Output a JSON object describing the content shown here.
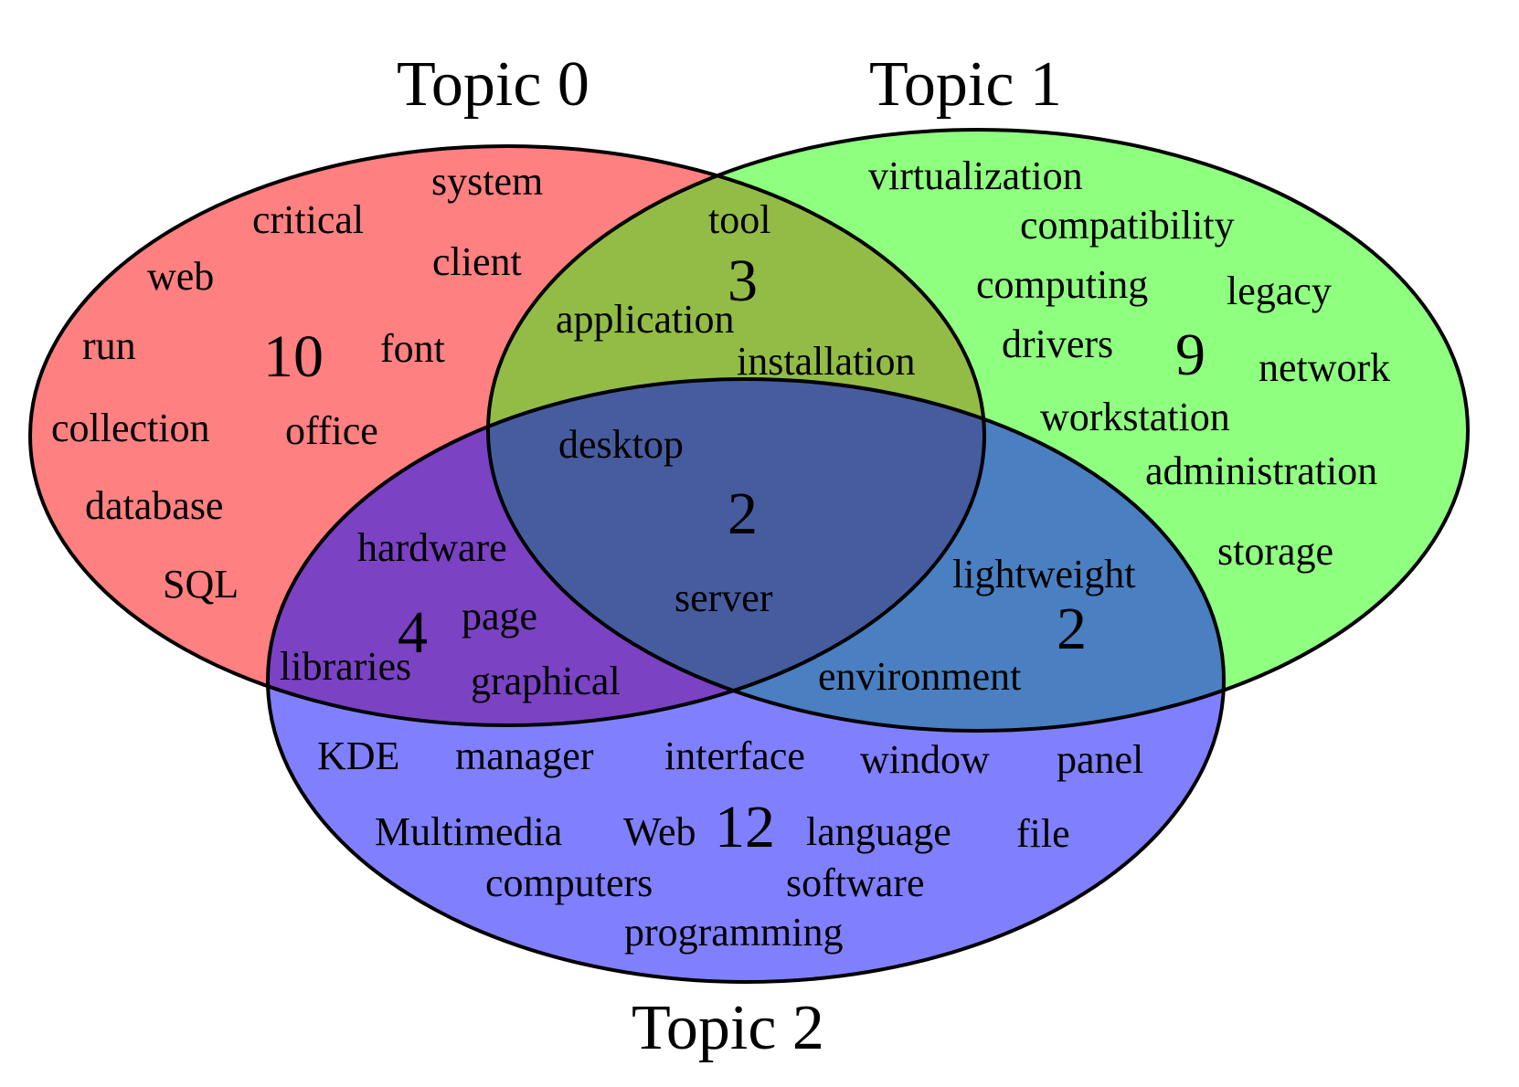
{
  "topics": {
    "topic0": {
      "label": "Topic 0",
      "color": "#ff8080"
    },
    "topic1": {
      "label": "Topic 1",
      "color": "#8fff80"
    },
    "topic2": {
      "label": "Topic 2",
      "color": "#8080ff"
    }
  },
  "region_colors": {
    "t0_t1": "#93bc46",
    "t0_t2": "#7b42c4",
    "t1_t2": "#4a80c2",
    "all": "#465c9e"
  },
  "regions": {
    "only_topic0": {
      "count": "10",
      "words": [
        "system",
        "critical",
        "client",
        "web",
        "run",
        "font",
        "collection",
        "office",
        "database",
        "SQL"
      ]
    },
    "only_topic1": {
      "count": "9",
      "words": [
        "virtualization",
        "compatibility",
        "computing",
        "legacy",
        "drivers",
        "network",
        "workstation",
        "administration",
        "storage"
      ]
    },
    "only_topic2": {
      "count": "12",
      "words": [
        "KDE",
        "manager",
        "interface",
        "window",
        "panel",
        "Multimedia",
        "Web",
        "language",
        "file",
        "computers",
        "software",
        "programming"
      ]
    },
    "topic0_topic1": {
      "count": "3",
      "words": [
        "tool",
        "application",
        "installation"
      ]
    },
    "topic0_topic2": {
      "count": "4",
      "words": [
        "hardware",
        "page",
        "libraries",
        "graphical"
      ]
    },
    "topic1_topic2": {
      "count": "2",
      "words": [
        "lightweight",
        "environment"
      ]
    },
    "all_topics": {
      "count": "2",
      "words": [
        "desktop",
        "server"
      ]
    }
  }
}
